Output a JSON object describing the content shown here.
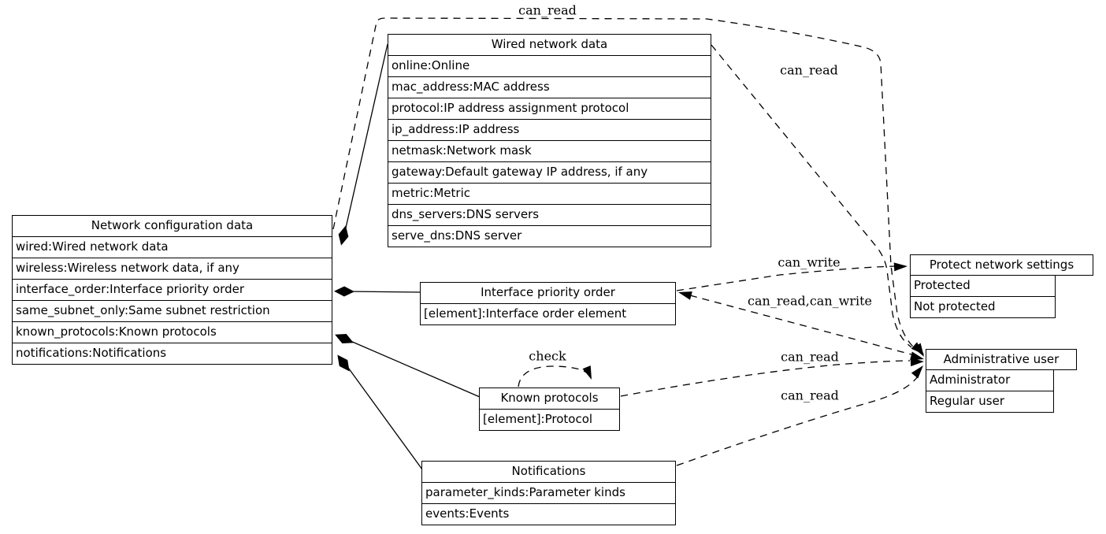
{
  "boxes": {
    "ncd": {
      "title": "Network configuration data",
      "rows": [
        "wired:Wired network data",
        "wireless:Wireless network data, if any",
        "interface_order:Interface priority order",
        "same_subnet_only:Same subnet restriction",
        "known_protocols:Known protocols",
        "notifications:Notifications"
      ]
    },
    "wired": {
      "title": "Wired network data",
      "rows": [
        "online:Online",
        "mac_address:MAC address",
        "protocol:IP address assignment protocol",
        "ip_address:IP address",
        "netmask:Network mask",
        "gateway:Default gateway IP address, if any",
        "metric:Metric",
        "dns_servers:DNS servers",
        "serve_dns:DNS server"
      ]
    },
    "ipo": {
      "title": "Interface priority order",
      "rows": [
        "[element]:Interface order element"
      ]
    },
    "known": {
      "title": "Known protocols",
      "rows": [
        "[element]:Protocol"
      ]
    },
    "notif": {
      "title": "Notifications",
      "rows": [
        "parameter_kinds:Parameter kinds",
        "events:Events"
      ]
    },
    "protect": {
      "title": "Protect network settings",
      "rows": [
        "Protected",
        "Not protected"
      ]
    },
    "admin": {
      "title": "Administrative user",
      "rows": [
        "Administrator",
        "Regular user"
      ]
    }
  },
  "edges": [
    {
      "from": "Network configuration data",
      "to": "Administrative user",
      "label": "can_read",
      "line": "dashed"
    },
    {
      "from": "Wired network data",
      "to": "Administrative user",
      "label": "can_read",
      "line": "dashed"
    },
    {
      "from": "Interface priority order",
      "to": "Protect network settings",
      "label": "can_write",
      "line": "dashed"
    },
    {
      "from": "Interface priority order",
      "to": "Administrative user",
      "label": "can_read,can_write",
      "line": "dashed",
      "direction": "both"
    },
    {
      "from": "Known protocols",
      "to": "Administrative user",
      "label": "can_read",
      "line": "dashed"
    },
    {
      "from": "Notifications",
      "to": "Administrative user",
      "label": "can_read",
      "line": "dashed"
    },
    {
      "from": "Known protocols",
      "to": "Known protocols",
      "label": "check",
      "line": "dashed"
    }
  ],
  "compositions": [
    {
      "owner": "Network configuration data",
      "field": "wired",
      "child": "Wired network data"
    },
    {
      "owner": "Network configuration data",
      "field": "interface_order",
      "child": "Interface priority order"
    },
    {
      "owner": "Network configuration data",
      "field": "known_protocols",
      "child": "Known protocols"
    },
    {
      "owner": "Network configuration data",
      "field": "notifications",
      "child": "Notifications"
    }
  ]
}
